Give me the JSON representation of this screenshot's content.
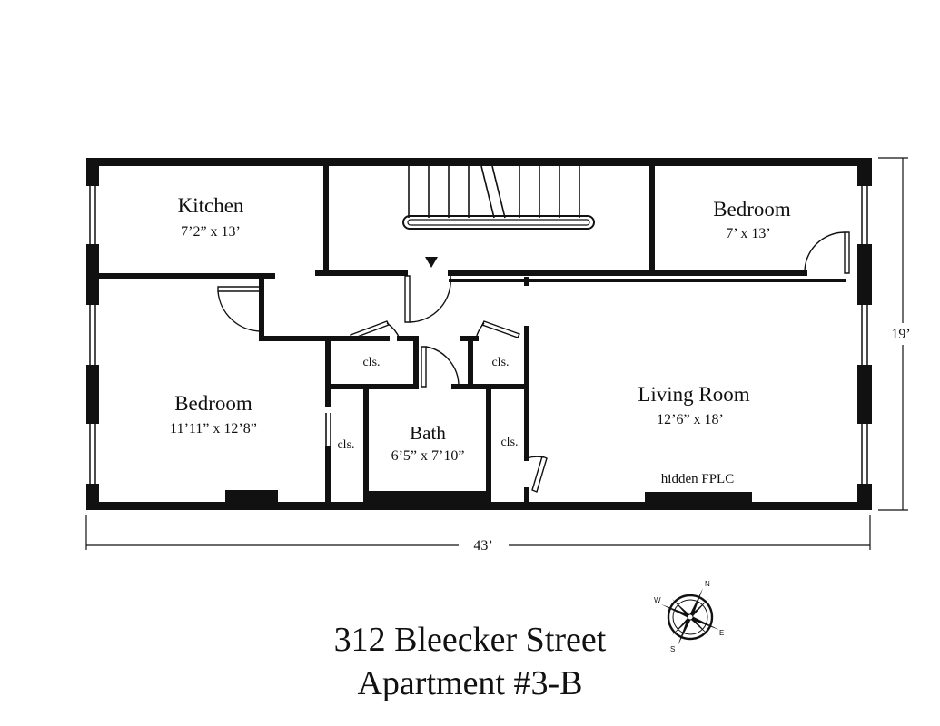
{
  "rooms": {
    "kitchen": {
      "name": "Kitchen",
      "dims": "7’2” x 13’"
    },
    "bedroom_small": {
      "name": "Bedroom",
      "dims": "7’ x 13’"
    },
    "bedroom_large": {
      "name": "Bedroom",
      "dims": "11’11” x 12’8”"
    },
    "bath": {
      "name": "Bath",
      "dims": "6’5” x 7’10”"
    },
    "living_room": {
      "name": "Living Room",
      "dims": "12’6” x 18’"
    }
  },
  "closets": {
    "c1": "cls.",
    "c2": "cls.",
    "c3": "cls.",
    "c4": "cls."
  },
  "fireplace_label": "hidden FPLC",
  "dimensions": {
    "width": "43’",
    "height": "19’"
  },
  "compass": {
    "n": "N",
    "e": "E",
    "s": "S",
    "w": "W"
  },
  "colors": {
    "wall": "#111111",
    "background": "#ffffff"
  },
  "title": {
    "line1": "312 Bleecker Street",
    "line2": "Apartment #3-B"
  }
}
